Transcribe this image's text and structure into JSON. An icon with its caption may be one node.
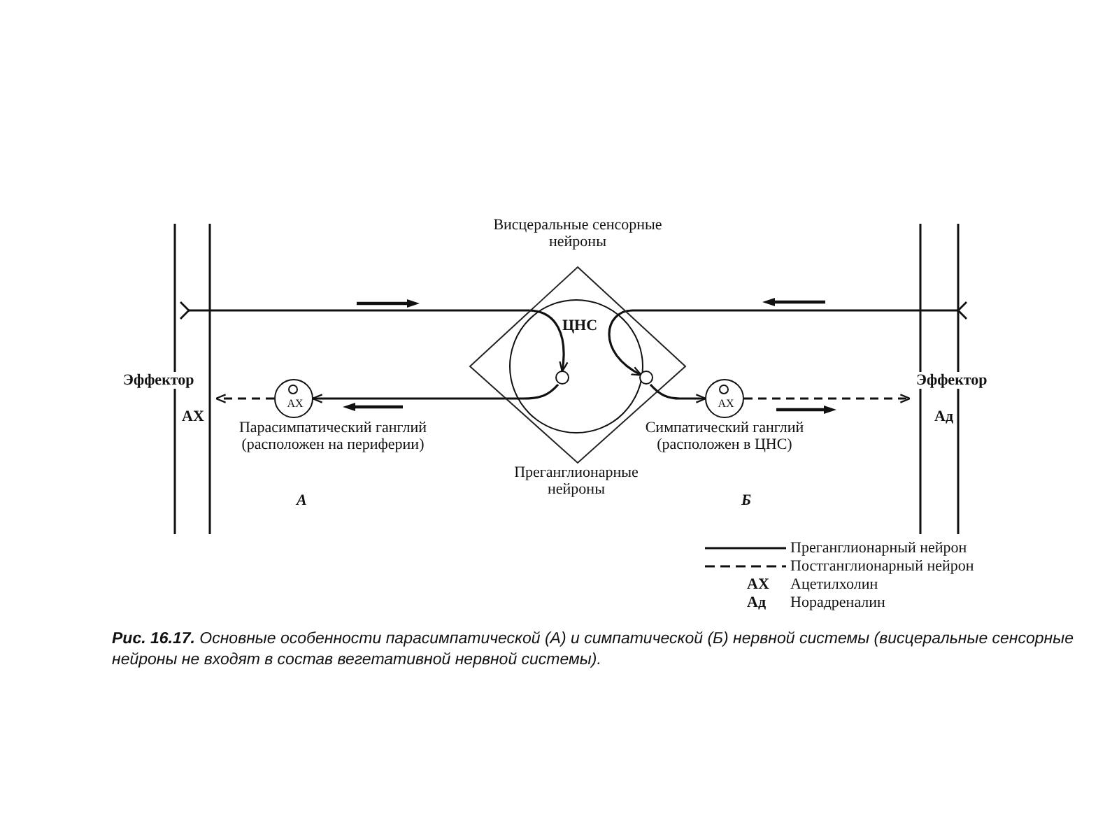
{
  "diagram": {
    "caption": "**Рис. 16.17.** Основные особенности парасимпатической (А) и симпатической (Б) нервной системы (висцеральные сенсорные нейроны не входят в состав вегетативной нервной системы).",
    "nodes": [
      {
        "text": [
          "Висцеральные сенсорные нейроны"
        ]
      },
      {
        "text": [
          "ЦНС"
        ],
        "in": 0
      },
      {
        "text": [],
        "shape": "circle",
        "in": 1
      },
      {
        "text": [],
        "shape": "circle",
        "in": 1
      },
      {
        "text": [
          "Эффектор",
          "АХ"
        ]
      },
      {
        "text": [
          "АХ"
        ],
        "beside": [
          "Парасимпатический ганглий (расположен на периферии)"
        ]
      },
      {
        "text": [
          "АХ"
        ],
        "beside": [
          "Симпатический ганглий (расположен в ЦНС)"
        ]
      },
      {
        "text": [
          "Эффектор",
          "Ад"
        ]
      }
    ],
    "edges": [
      {
        "from": 4,
        "to": 2,
        "arrow": "to"
      },
      {
        "from": 2,
        "to": 5,
        "arrow": "to"
      },
      {
        "from": 5,
        "to": 4,
        "arrow": "to",
        "style": "dashed"
      },
      {
        "from": 7,
        "to": 3,
        "arrow": "to"
      },
      {
        "from": 3,
        "to": 6,
        "arrow": "to"
      },
      {
        "from": 6,
        "to": 7,
        "arrow": "to",
        "style": "dashed"
      }
    ],
    "labels": [
      "Преганглионарные нейроны",
      "А",
      "Б",
      "АХ",
      "Ацетилхолин",
      "Ад",
      "Норадреналин"
    ],
    "legend": [
      {
        "text": "Преганглионарный нейрон"
      },
      {
        "text": "Постганглионарный нейрон"
      }
    ]
  }
}
